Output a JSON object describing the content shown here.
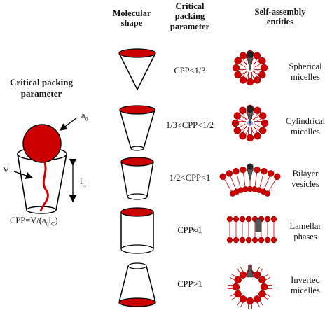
{
  "headers": {
    "molecular_shape": "Molecular shape",
    "critical_packing_parameter": "Critical packing parameter",
    "self_assembly_entities": "Self-assembly entities"
  },
  "left_panel": {
    "title": "Critical packing parameter",
    "label_a0": "a",
    "label_a0_sub": "0",
    "label_v": "V",
    "label_lc": "l",
    "label_lc_sub": "C",
    "formula_prefix": "CPP=V/(a",
    "formula_sub1": "0",
    "formula_mid": "l",
    "formula_sub2": "C",
    "formula_suffix": ")"
  },
  "rows": [
    {
      "cpp": "CPP<1/3",
      "entity": "Spherical micelles",
      "entity_line1": "Spherical",
      "entity_line2": "micelles",
      "shape": "cone"
    },
    {
      "cpp": "1/3<CPP<1/2",
      "entity": "Cylindrical micelles",
      "entity_line1": "Cylindrical",
      "entity_line2": "micelles",
      "shape": "truncated-cone"
    },
    {
      "cpp": "1/2<CPP<1",
      "entity": "Bilayer vesicles",
      "entity_line1": "Bilayer",
      "entity_line2": "vesicles",
      "shape": "truncated-cone-wide"
    },
    {
      "cpp": "CPP≈1",
      "entity": "Lamellar phases",
      "entity_line1": "Lamellar",
      "entity_line2": "phases",
      "shape": "cylinder"
    },
    {
      "cpp": "CPP>1",
      "entity": "Inverted micelles",
      "entity_line1": "Inverted",
      "entity_line2": "micelles",
      "shape": "inverted-truncated-cone"
    }
  ],
  "colors": {
    "head_red": "#cc0000",
    "dark_red": "#8b0000",
    "tail_gray": "#555555",
    "outline": "#000000",
    "core_blue": "#9aa6f0"
  }
}
